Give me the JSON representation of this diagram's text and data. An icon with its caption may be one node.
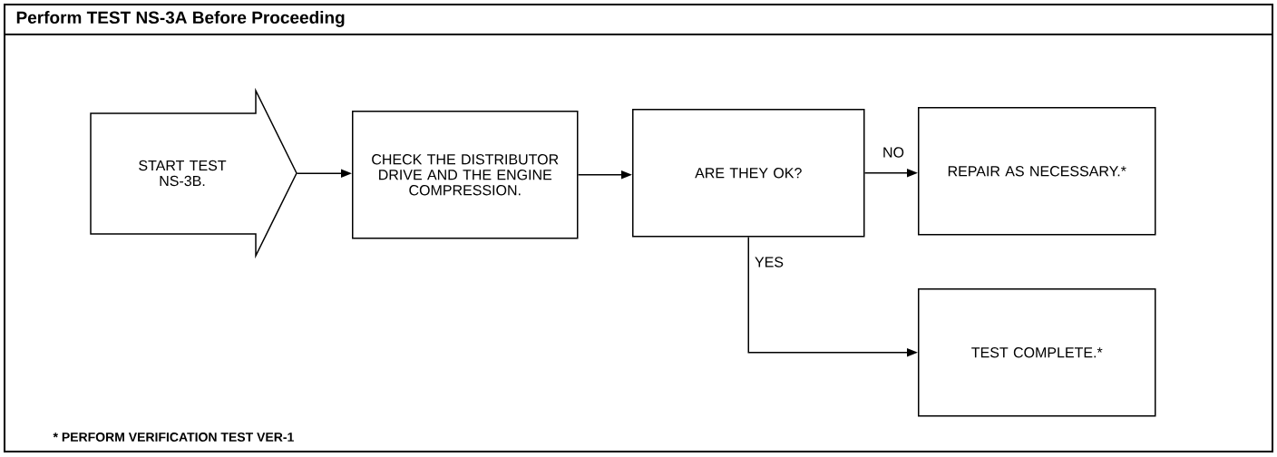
{
  "diagram": {
    "title": "Perform TEST NS-3A Before Proceeding",
    "nodes": [
      {
        "text": [
          "START TEST NS-3B."
        ]
      },
      {
        "text": [
          "CHECK THE DISTRIBUTOR DRIVE AND THE ENGINE COMPRESSION."
        ]
      },
      {
        "text": [
          "ARE THEY OK?"
        ]
      },
      {
        "text": [
          "REPAIR AS NECESSARY.*"
        ]
      },
      {
        "text": [
          "TEST COMPLETE.*"
        ]
      }
    ],
    "edges": [
      {
        "from": 0,
        "to": 1,
        "arrow": "to"
      },
      {
        "from": 1,
        "to": 2,
        "arrow": "to"
      },
      {
        "from": 2,
        "to": 3,
        "arrow": "to",
        "label": "NO"
      },
      {
        "from": 2,
        "to": 4,
        "arrow": "to",
        "label": "YES"
      }
    ],
    "labels": [
      "* PERFORM VERIFICATION TEST VER-1"
    ]
  }
}
